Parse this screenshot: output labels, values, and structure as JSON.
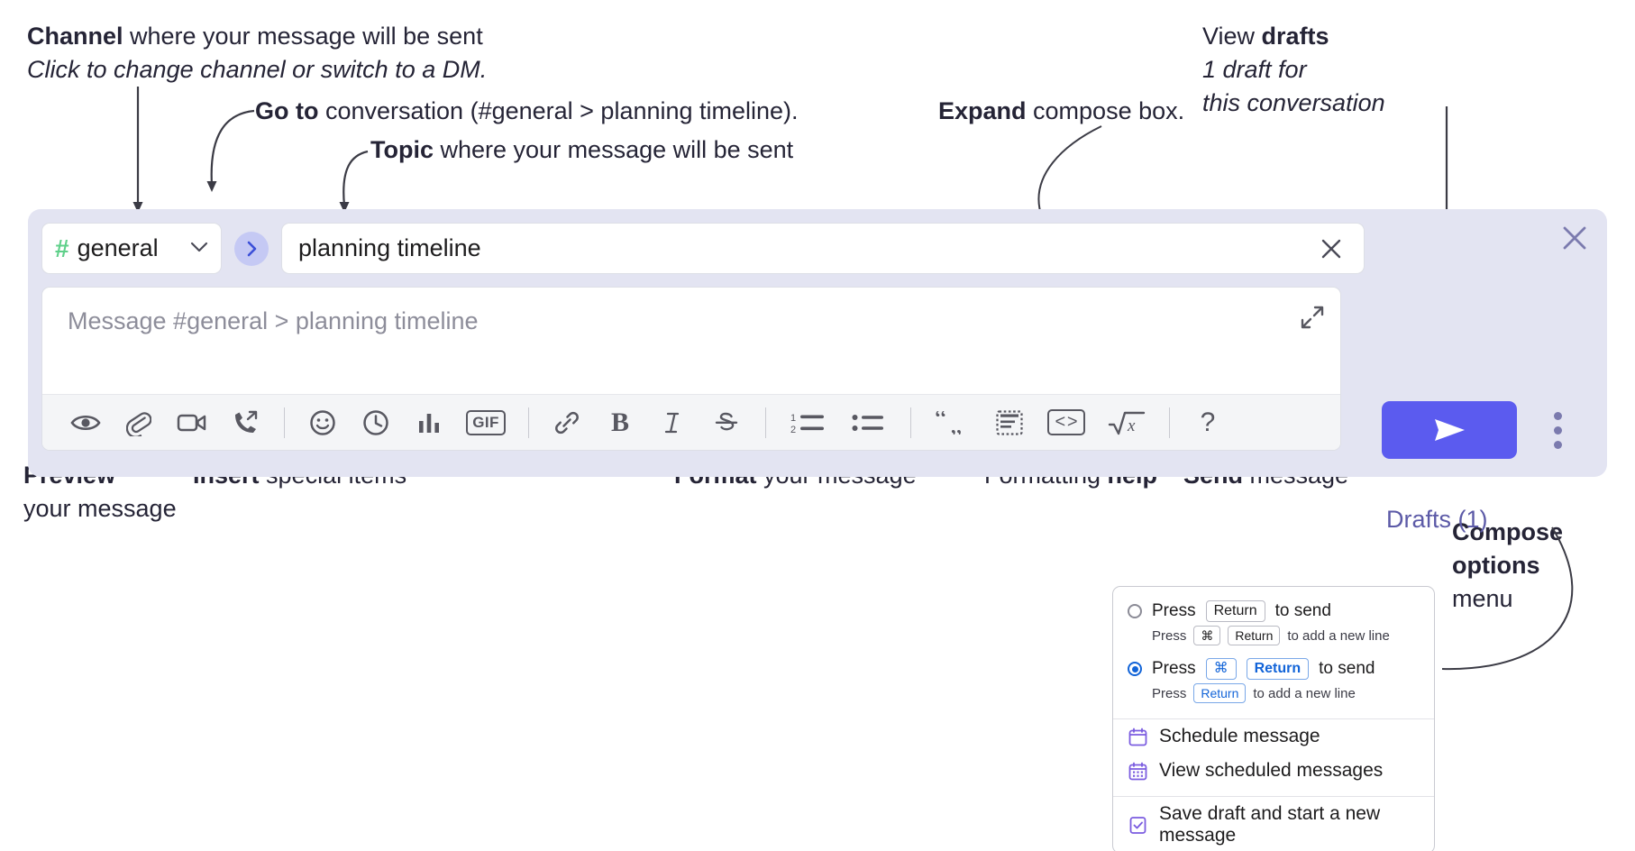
{
  "annotations": {
    "channel": {
      "bold": "Channel",
      "rest": " where your message will be sent",
      "italic": "Click to change channel or switch to a DM."
    },
    "goto": {
      "bold": "Go to",
      "rest": " conversation (#general > planning timeline)."
    },
    "topic": {
      "bold": "Topic",
      "rest": " where your message will be sent"
    },
    "expand": {
      "bold": "Expand",
      "rest": " compose box."
    },
    "drafts": {
      "bold_lead": "View ",
      "bold": "drafts",
      "italic_1": "1 draft for",
      "italic_2": "this conversation"
    },
    "preview": {
      "bold": "Preview",
      "rest": "your message"
    },
    "insert": {
      "bold": "Insert",
      "rest": " special items"
    },
    "format": {
      "bold": "Format",
      "rest": " your message"
    },
    "help": {
      "lead": "Formatting ",
      "bold": "help"
    },
    "send": {
      "bold": "Send",
      "rest": " message"
    },
    "compose_options": {
      "bold_1": "Compose",
      "bold_2": "options",
      "rest": "menu"
    }
  },
  "compose": {
    "channel_name": "general",
    "hash_icon": "hash-icon",
    "chevron_icon": "chevron-down-icon",
    "goto_icon": "chevron-right-icon",
    "topic_value": "planning timeline",
    "topic_clear_icon": "close-icon",
    "message_placeholder": "Message #general > planning timeline",
    "expand_icon": "expand-icon",
    "close_icon": "close-icon",
    "drafts_label": "Drafts (1)",
    "send_icon": "send-paper-plane-icon",
    "kebab_icon": "vertical-dots-icon",
    "accent_color": "#5b5bef",
    "panel_bg": "#e3e4f2",
    "hash_color": "#5fd08a",
    "drafts_color": "#5c5aa7"
  },
  "toolbar": {
    "groups": [
      {
        "name": "preview",
        "items": [
          {
            "name": "preview-eye-icon",
            "label": ""
          }
        ]
      },
      {
        "name": "insert",
        "items": [
          {
            "name": "attachment-paperclip-icon",
            "label": ""
          },
          {
            "name": "video-camera-icon",
            "label": ""
          },
          {
            "name": "phone-call-icon",
            "label": ""
          },
          {
            "name": "emoji-smiley-icon",
            "label": ""
          },
          {
            "name": "clock-icon",
            "label": ""
          },
          {
            "name": "poll-bar-chart-icon",
            "label": ""
          },
          {
            "name": "gif-icon",
            "label": "GIF"
          }
        ]
      },
      {
        "name": "format",
        "items": [
          {
            "name": "link-icon",
            "label": ""
          },
          {
            "name": "bold-icon",
            "label": "B"
          },
          {
            "name": "italic-icon",
            "label": "I"
          },
          {
            "name": "strikethrough-icon",
            "label": "S"
          },
          {
            "name": "ordered-list-icon",
            "label": ""
          },
          {
            "name": "bulleted-list-icon",
            "label": ""
          },
          {
            "name": "blockquote-icon",
            "label": ""
          },
          {
            "name": "code-block-icon",
            "label": ""
          },
          {
            "name": "inline-code-icon",
            "label": ""
          },
          {
            "name": "math-latex-icon",
            "label": ""
          }
        ]
      },
      {
        "name": "help",
        "items": [
          {
            "name": "formatting-help-icon",
            "label": "?"
          }
        ]
      }
    ]
  },
  "options_menu": {
    "radio_options": [
      {
        "selected": false,
        "press": "Press",
        "keys": [
          "Return"
        ],
        "action": "to send",
        "sub_press": "Press",
        "sub_keys": [
          "⌘",
          "Return"
        ],
        "sub_action": "to add a new line"
      },
      {
        "selected": true,
        "press": "Press",
        "keys": [
          "⌘",
          "Return"
        ],
        "action": "to send",
        "sub_press": "Press",
        "sub_keys": [
          "Return"
        ],
        "sub_action": "to add a new line"
      }
    ],
    "items": [
      {
        "icon": "calendar-schedule-icon",
        "label": "Schedule message"
      },
      {
        "icon": "calendar-grid-icon",
        "label": "View scheduled messages"
      },
      {
        "icon": "save-draft-icon",
        "label": "Save draft and start a new message"
      }
    ]
  }
}
